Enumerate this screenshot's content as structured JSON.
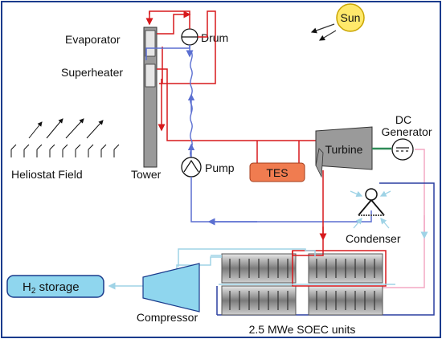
{
  "labels": {
    "evaporator": "Evaporator",
    "drum": "Drum",
    "superheater": "Superheater",
    "sun": "Sun",
    "heliostat_field": "Heliostat Field",
    "tower": "Tower",
    "pump": "Pump",
    "tes": "TES",
    "turbine": "Turbine",
    "dc": "DC",
    "generator": "Generator",
    "condenser": "Condenser",
    "h2_storage_prefix": "H",
    "h2_storage_sub": "2",
    "h2_storage_suffix": " storage",
    "compressor": "Compressor",
    "soec_units": "2.5 MWe SOEC units"
  },
  "colors": {
    "hot_steam": "#d7191c",
    "cold_water": "#5b6fd1",
    "light_blue": "#9fd3e6",
    "pink": "#f3a8c4",
    "sun_fill": "#ffe96b",
    "tes_fill": "#f07c50",
    "h2_fill": "#8fd6ee",
    "turbine_fill": "#9a9a9a",
    "generator_line": "#2e8b57",
    "outline": "#1a3b8c"
  }
}
